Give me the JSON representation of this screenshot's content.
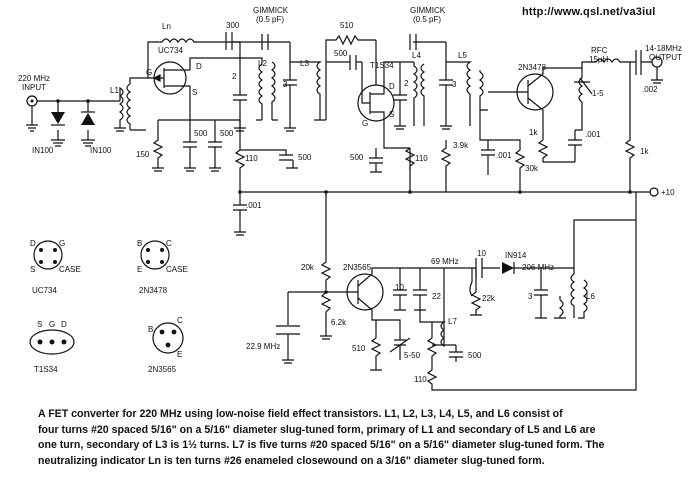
{
  "url": "http://www.qsl.net/va3iul",
  "labels": {
    "input_a": "220 MHz",
    "input_b": "INPUT",
    "l1": "L1",
    "ln": "Ln",
    "uc734": "UC734",
    "c300": "300",
    "gimmick1_a": "GIMMICK",
    "gimmick1_b": "(0.5 pF)",
    "l2": "L2",
    "l3": "L3",
    "r510top": "510",
    "c500mid": "500",
    "t1s34": "T1S34",
    "gimmick2_a": "GIMMICK",
    "gimmick2_b": "(0.5 pF)",
    "l4": "L4",
    "l5": "L5",
    "q2n3478": "2N3478",
    "rfc_a": "RFC",
    "rfc_b": "15µH",
    "out_a": "14-18MHz",
    "out_b": "OUTPUT",
    "c002": ".002",
    "trim15": "1-5",
    "r1k_a": "1k",
    "c001a": ".001",
    "r1k_b": "1k",
    "d1": "IN100",
    "d2": "IN100",
    "r150": "150",
    "c500a": "500",
    "c500b": "500",
    "r110a": "110",
    "c500c": "500",
    "c500d": "500",
    "r110b": "110",
    "r39k": "3.9k",
    "c001b": ".001",
    "r30k": "30k",
    "plus10": "+10",
    "c001c": ".001",
    "g": "G",
    "d": "D",
    "s": "S",
    "n2": "2",
    "n3": "3",
    "n2b": "2",
    "n3b": "3",
    "d_b": "D",
    "s_b": "S",
    "g_b": "G",
    "r20k": "20k",
    "q2n3565": "2N3565",
    "f69": "69 MHz",
    "c10a": "10",
    "in914": "IN914",
    "f206": "206 MHz",
    "c10b": "10",
    "c22": "22",
    "r22k": "22k",
    "c3": "3",
    "l6": "L6",
    "l7": "L7",
    "xtal": "22.9 MHz",
    "r62k": "6.2k",
    "r510b": "510",
    "trim550": "5-50",
    "c500e": "500",
    "r110c": "110",
    "pin_uc_d": "D",
    "pin_uc_g": "G",
    "pin_uc_s": "S",
    "pin_uc_case": "CASE",
    "uc734_name": "UC734",
    "pin_q_b": "B",
    "pin_q_c": "C",
    "pin_q_e": "E",
    "pin_q_case": "CASE",
    "q2n3478_name": "2N3478",
    "pin_t_s": "S",
    "pin_t_g": "G",
    "pin_t_d": "D",
    "t1s34_name": "T1S34",
    "pin_r_b": "B",
    "pin_r_c": "C",
    "pin_r_e": "E",
    "q2n3565_name": "2N3565"
  },
  "caption": [
    "A FET converter for 220 MHz using low-noise field effect transistors. L1, L2, L3, L4, L5, and L6 consist of",
    "four turns #20 spaced 5/16\" on a 5/16\" diameter slug-tuned form, primary of L1 and secondary of L5 and L6 are",
    "one turn, secondary of L3 is 1½ turns. L7 is five turns #20 spaced 5/16\" on a 5/16\" diameter slug-tuned form. The",
    "neutralizing indicator Ln is ten turns #26 enameled closewound on a 3/16\" diameter slug-tuned form."
  ]
}
